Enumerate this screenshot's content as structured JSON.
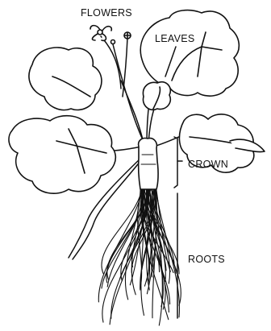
{
  "diagram": {
    "labels": {
      "flowers": "FLOWERS",
      "leaves": "LEAVES",
      "crown": "CROWN",
      "roots": "ROOTS"
    },
    "colors": {
      "ink": "#111111",
      "background": "#ffffff",
      "leaf_fill": "#ffffff"
    }
  }
}
